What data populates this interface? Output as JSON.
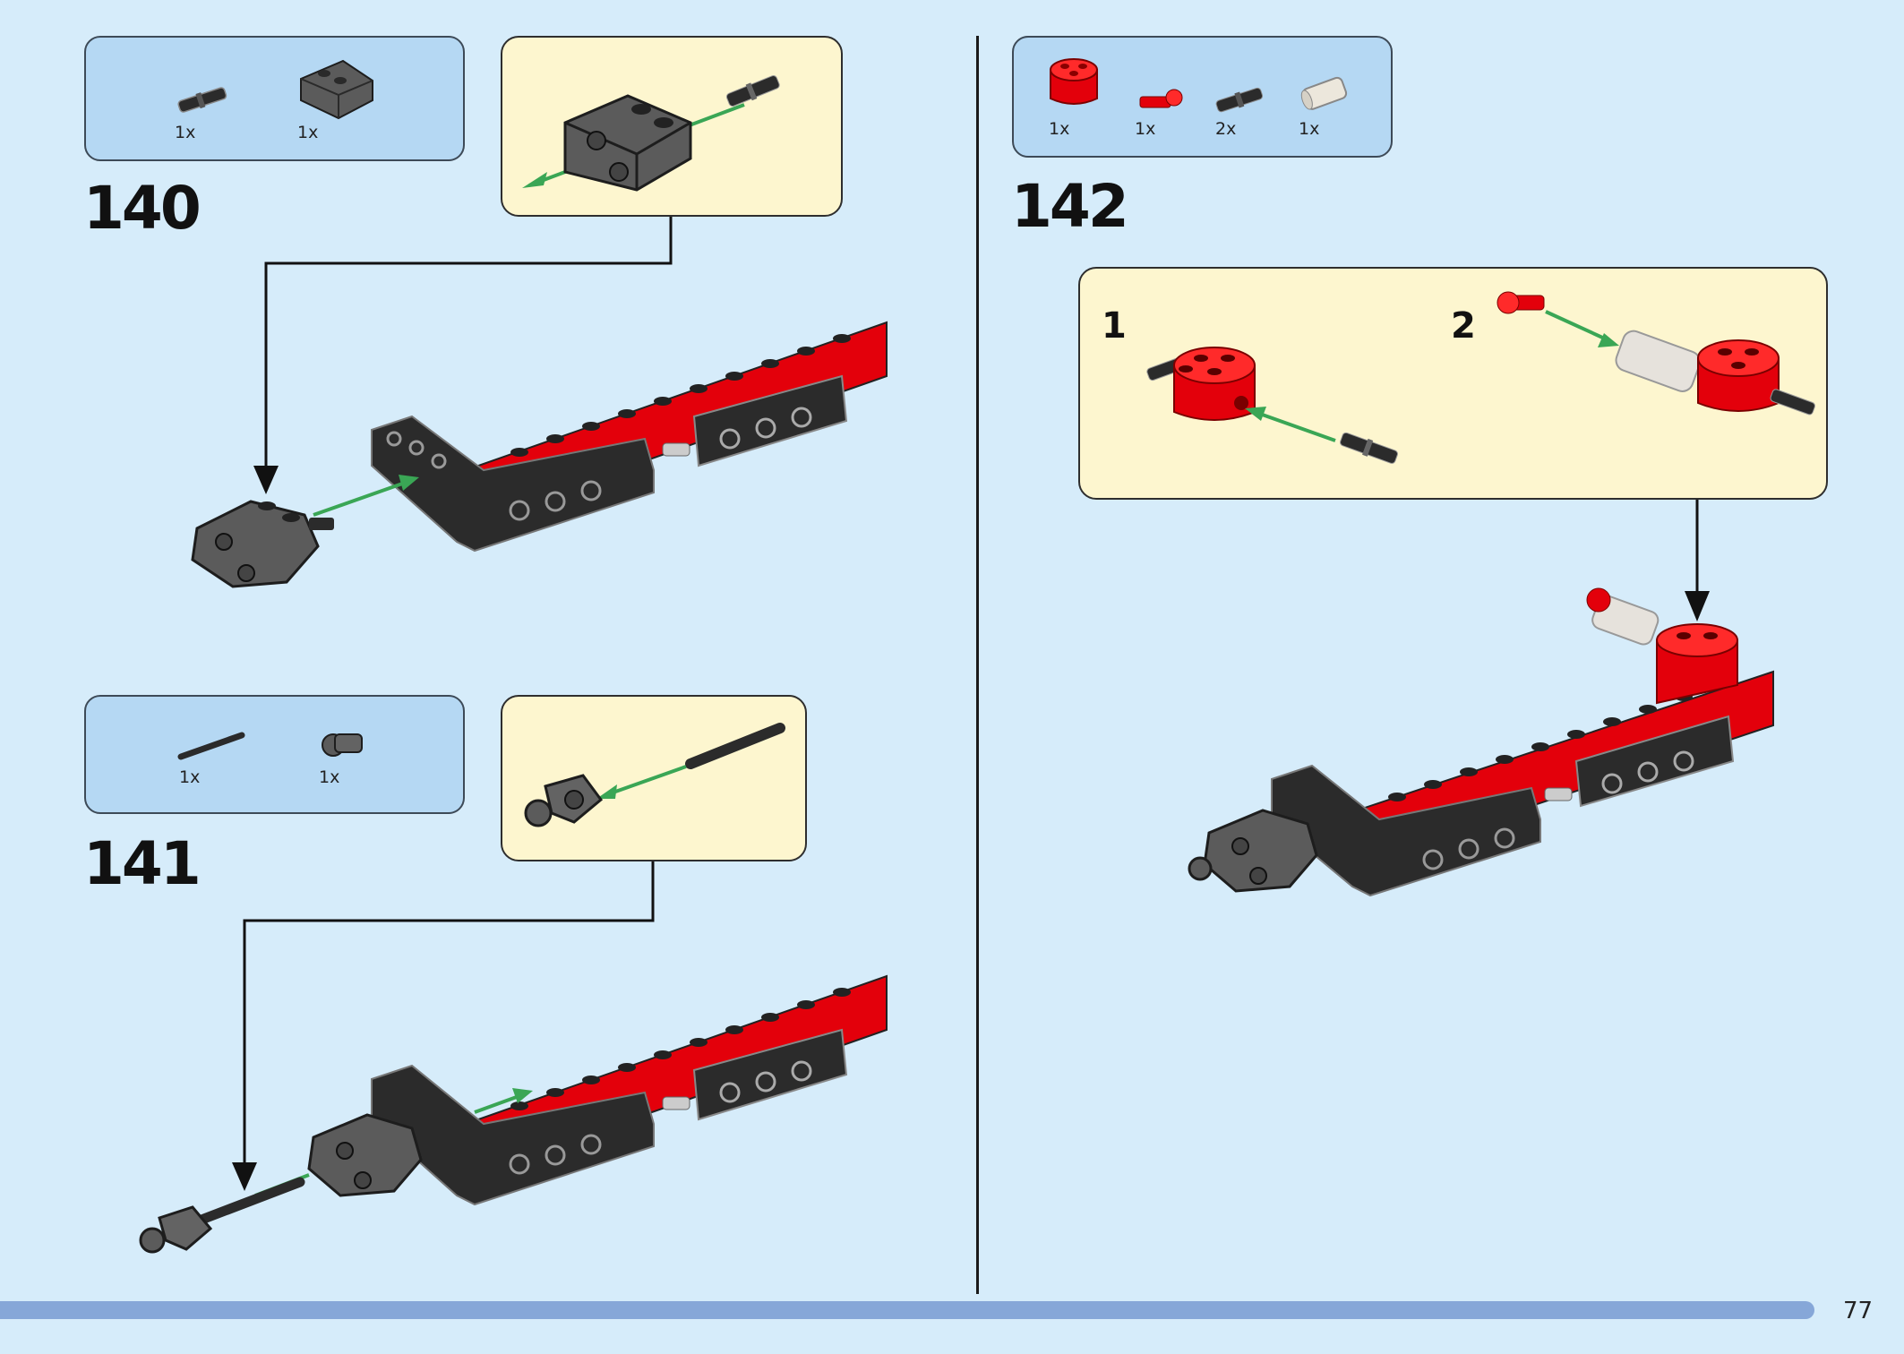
{
  "page": {
    "number": "77"
  },
  "colors": {
    "background": "#d6ecfa",
    "parts_box": "#b5d8f3",
    "callout": "#fdf6cf",
    "arrow_green": "#3aa655",
    "brick_black": "#2b2b2b",
    "brick_red": "#e3000b",
    "brick_gray": "#636363",
    "footer_bar": "#86a7d8"
  },
  "steps": [
    {
      "number": "140",
      "parts": [
        {
          "qty": "1x",
          "icon": "black-friction-pin-icon"
        },
        {
          "qty": "1x",
          "icon": "gray-axle-pin-connector-icon"
        }
      ]
    },
    {
      "number": "141",
      "parts": [
        {
          "qty": "1x",
          "icon": "black-axle-icon"
        },
        {
          "qty": "1x",
          "icon": "gray-cross-block-icon"
        }
      ]
    },
    {
      "number": "142",
      "parts": [
        {
          "qty": "1x",
          "icon": "red-round-brick-icon"
        },
        {
          "qty": "1x",
          "icon": "red-ball-pin-icon"
        },
        {
          "qty": "2x",
          "icon": "black-friction-pin-icon"
        },
        {
          "qty": "1x",
          "icon": "white-bush-icon"
        }
      ],
      "substeps": [
        "1",
        "2"
      ]
    }
  ]
}
